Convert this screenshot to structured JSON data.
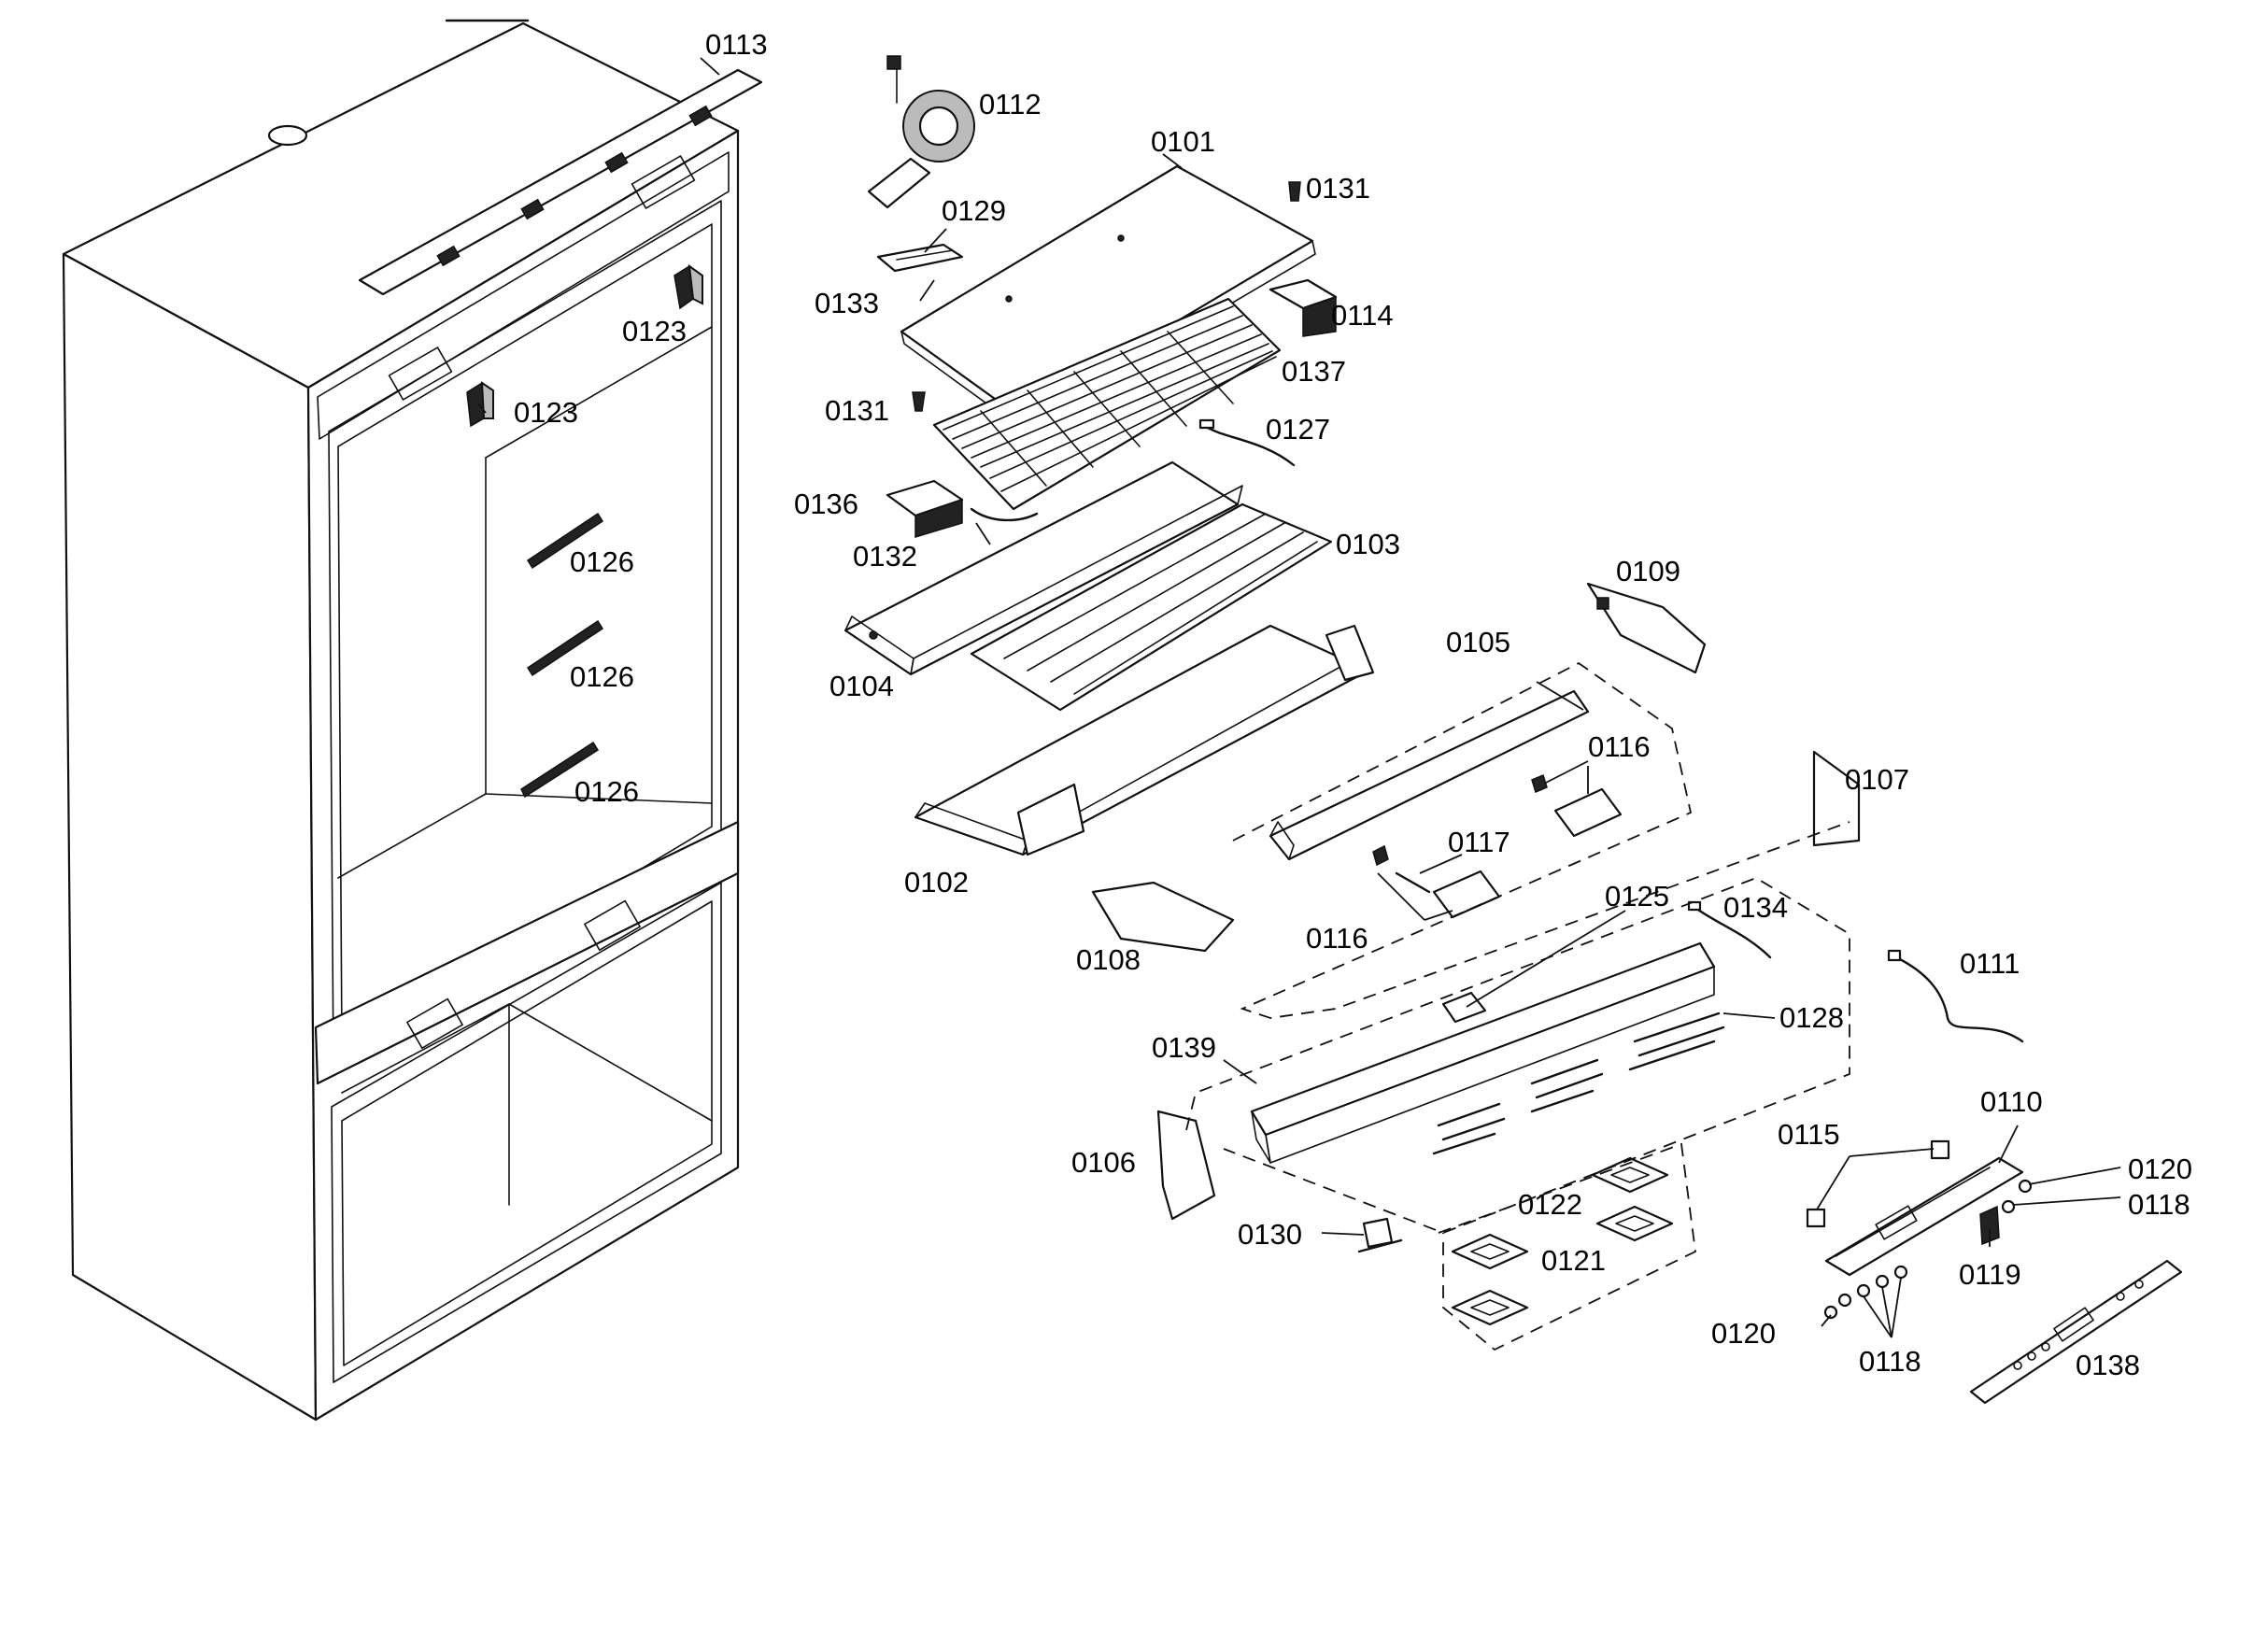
{
  "labels": {
    "l0113": "0113",
    "l0112": "0112",
    "l0101": "0101",
    "l0131a": "0131",
    "l0129": "0129",
    "l0133": "0133",
    "l0114": "0114",
    "l0123a": "0123",
    "l0137": "0137",
    "l0123b": "0123",
    "l0131b": "0131",
    "l0127": "0127",
    "l0136": "0136",
    "l0126a": "0126",
    "l0132": "0132",
    "l0103": "0103",
    "l0109": "0109",
    "l0126b": "0126",
    "l0104": "0104",
    "l0105": "0105",
    "l0116a": "0116",
    "l0126c": "0126",
    "l0107": "0107",
    "l0117": "0117",
    "l0102": "0102",
    "l0125": "0125",
    "l0134": "0134",
    "l0116b": "0116",
    "l0108": "0108",
    "l0111": "0111",
    "l0128": "0128",
    "l0139": "0139",
    "l0110": "0110",
    "l0115": "0115",
    "l0120a": "0120",
    "l0106": "0106",
    "l0118a": "0118",
    "l0122": "0122",
    "l0130": "0130",
    "l0119": "0119",
    "l0121": "0121",
    "l0120b": "0120",
    "l0118b": "0118",
    "l0138": "0138"
  }
}
